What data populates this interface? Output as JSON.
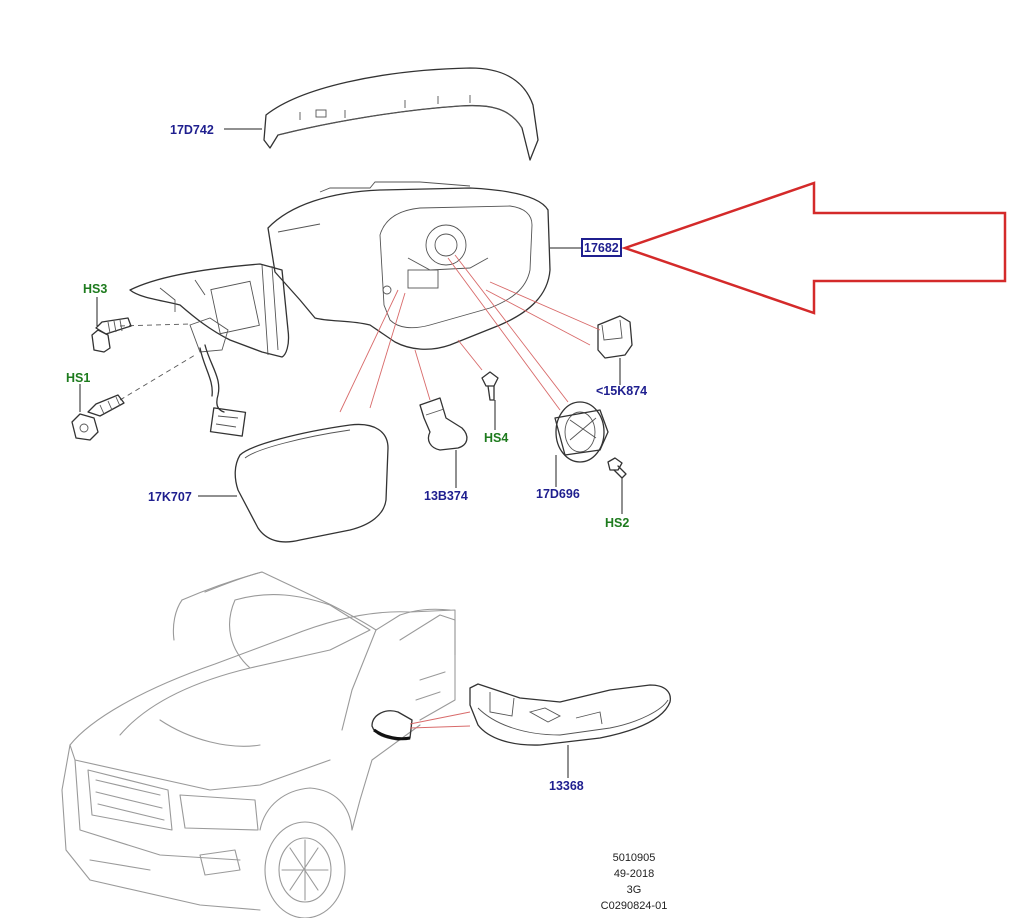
{
  "colors": {
    "part_label": "#1f1f8f",
    "hardware_label": "#1e7b1e",
    "arrow": "#d42a2a",
    "highlight_box": "#1f1f8f"
  },
  "parts": {
    "cover": "17D742",
    "housing": "17682",
    "bracket_clip": "<15K874",
    "glass": "17K707",
    "cable_guide": "13B374",
    "motor": "17D696",
    "indicator_lamp": "13368"
  },
  "hardware": {
    "hs1": "HS1",
    "hs2": "HS2",
    "hs3": "HS3",
    "hs4": "HS4"
  },
  "footer": {
    "line1": "5010905",
    "line2": "49-2018",
    "line3": "3G",
    "line4": "C0290824-01"
  },
  "highlighted_part": "17682"
}
